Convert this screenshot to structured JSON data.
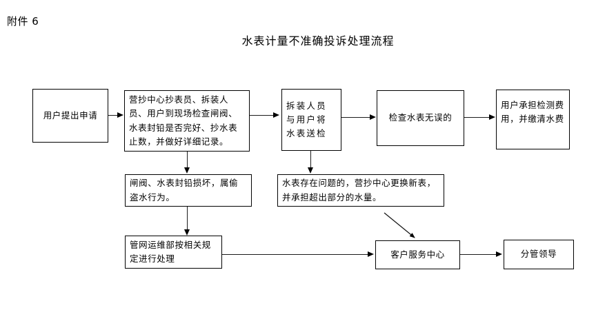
{
  "document": {
    "attachment_label": "附件 6",
    "title": "水表计量不准确投诉处理流程"
  },
  "flowchart": {
    "nodes": [
      {
        "id": "n1",
        "label": "用户提出申请",
        "align": "center"
      },
      {
        "id": "n2",
        "label": "营抄中心抄表员、拆装人员、用户到现场检查闸阀、水表封铅是否完好、抄水表止数，并做好详细记录。",
        "align": "justify"
      },
      {
        "id": "n3",
        "label": "拆装人员与用户将水表送检",
        "align": "justify"
      },
      {
        "id": "n4",
        "label": "检查水表无误的",
        "align": "center"
      },
      {
        "id": "n5",
        "label": "用户承担检测费用，并缴清水费",
        "align": "justify"
      },
      {
        "id": "n6",
        "label": "闸阀、水表封铅损坏，属偷盗水行为。",
        "align": "justify"
      },
      {
        "id": "n7",
        "label": "水表存在问题的，营抄中心更换新表，并承担超出部分的水量。",
        "align": "justify"
      },
      {
        "id": "n8",
        "label": "管网运维部按相关规定进行处理",
        "align": "justify"
      },
      {
        "id": "n9",
        "label": "客户服务中心",
        "align": "center"
      },
      {
        "id": "n10",
        "label": "分管领导",
        "align": "center"
      }
    ],
    "edges": [
      {
        "from": "n1",
        "to": "n2",
        "direction": "right"
      },
      {
        "from": "n2",
        "to": "n3",
        "direction": "right"
      },
      {
        "from": "n3",
        "to": "n4",
        "direction": "right"
      },
      {
        "from": "n4",
        "to": "n5",
        "direction": "right"
      },
      {
        "from": "n2",
        "to": "n6",
        "direction": "down"
      },
      {
        "from": "n3",
        "to": "n7",
        "direction": "down"
      },
      {
        "from": "n6",
        "to": "n8",
        "direction": "down"
      },
      {
        "from": "n8",
        "to": "n9",
        "direction": "right"
      },
      {
        "from": "n7",
        "to": "n9",
        "direction": "diagonal"
      },
      {
        "from": "n9",
        "to": "n10",
        "direction": "right"
      }
    ],
    "colors": {
      "border": "#000000",
      "background": "#ffffff",
      "text": "#000000",
      "connector": "#1a1a1a"
    }
  }
}
